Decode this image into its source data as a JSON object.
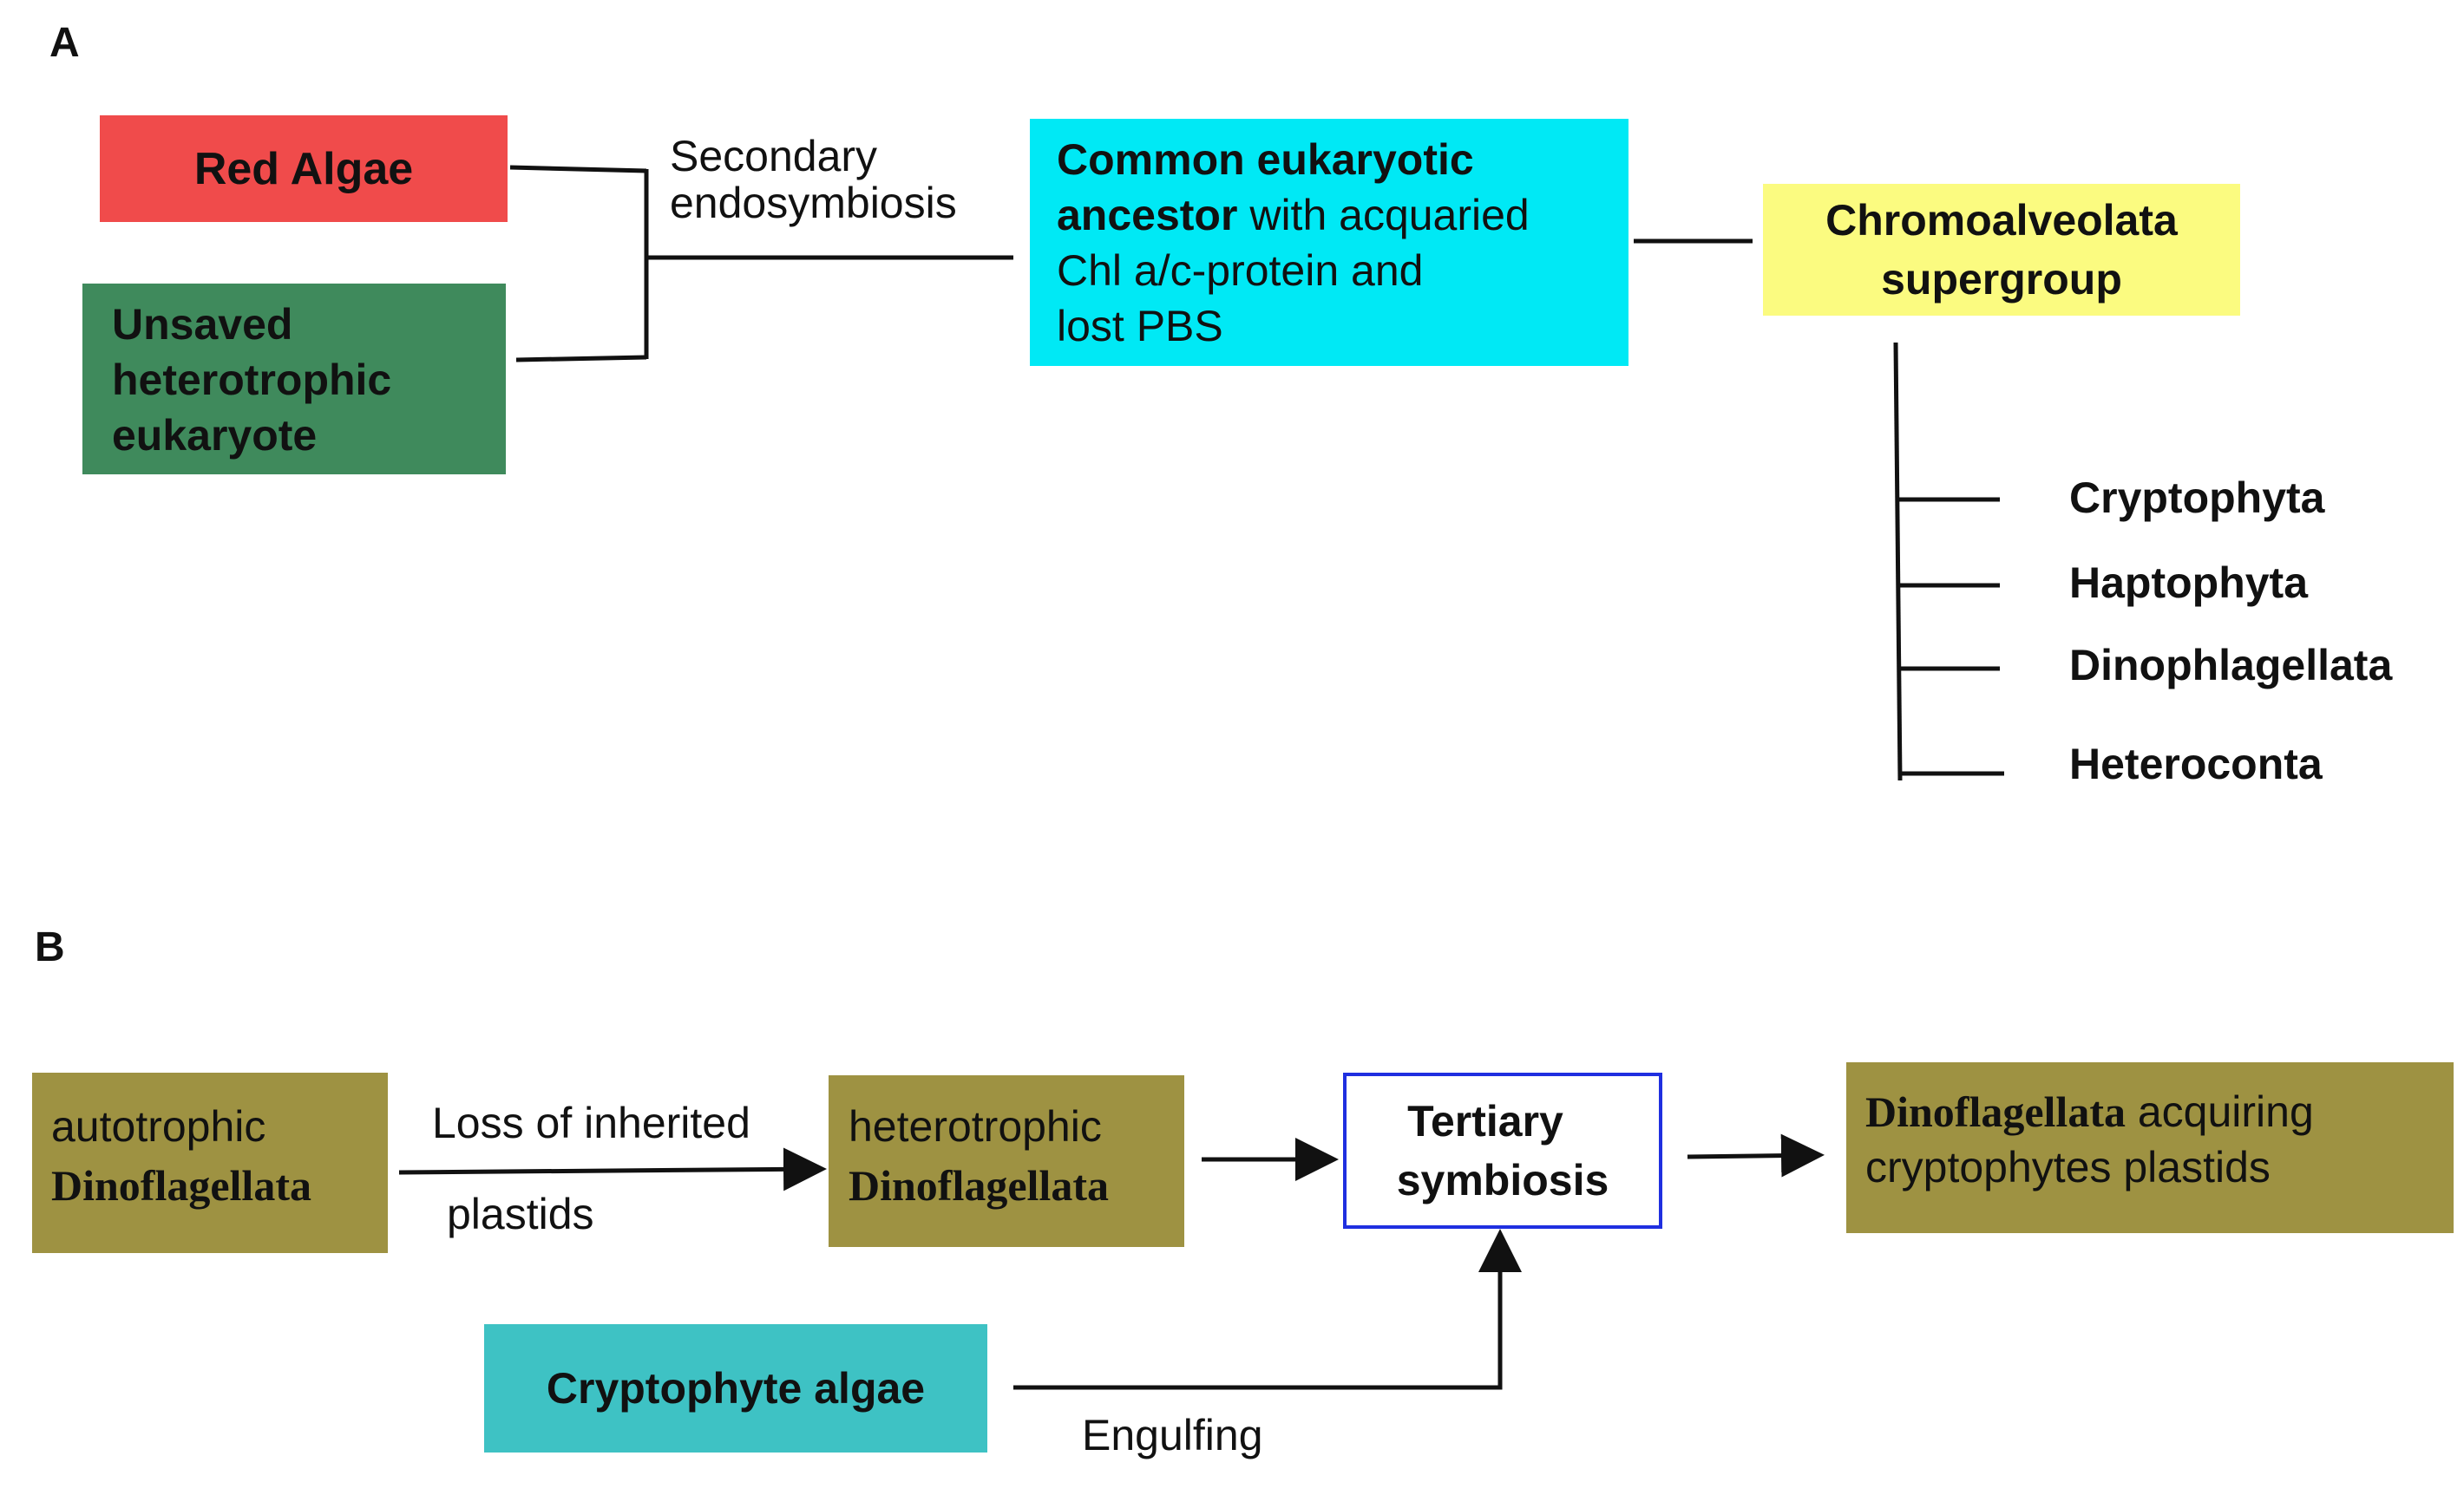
{
  "colors": {
    "red_algae": "#f04b4b",
    "heterotroph": "#3f8a5c",
    "ancestor": "#00e9f5",
    "supergroup": "#fbfb80",
    "olive": "#9e9242",
    "tertiary_border": "#1f2fe0",
    "cryptophyte": "#3ec2c4"
  },
  "panel_a": {
    "label": "A",
    "red_algae": "Red Algae",
    "heterotroph": [
      "Unsaved",
      "heterotrophic",
      "eukaryote"
    ],
    "arrow_label": [
      "Secondary",
      "endosymbiosis"
    ],
    "ancestor": {
      "bold_1": "Common eukaryotic",
      "bold_2": "ancestor",
      "rest_2": " with acquaried",
      "line_3": "Chl a/c-protein and",
      "line_4": "lost PBS"
    },
    "supergroup": [
      "Chromoalveolata",
      "supergroup"
    ],
    "groups": [
      "Cryptophyta",
      "Haptophyta",
      "Dinophlagellata",
      "Heteroconta"
    ]
  },
  "panel_b": {
    "label": "B",
    "autotrophic": {
      "line_1": "autotrophic",
      "line_2": "Dinoflagellata"
    },
    "loss_label": [
      "Loss of inherited",
      "plastids"
    ],
    "heterotrophic": {
      "line_1": "heterotrophic",
      "line_2": "Dinoflagellata"
    },
    "tertiary": [
      "Tertiary",
      "symbiosis"
    ],
    "result": {
      "bold": "Dinoflagellata",
      "rest_1": " acquiring",
      "line_2": "cryptophytes plastids"
    },
    "cryptophyte": "Cryptophyte algae",
    "engulf_label": "Engulfing"
  }
}
